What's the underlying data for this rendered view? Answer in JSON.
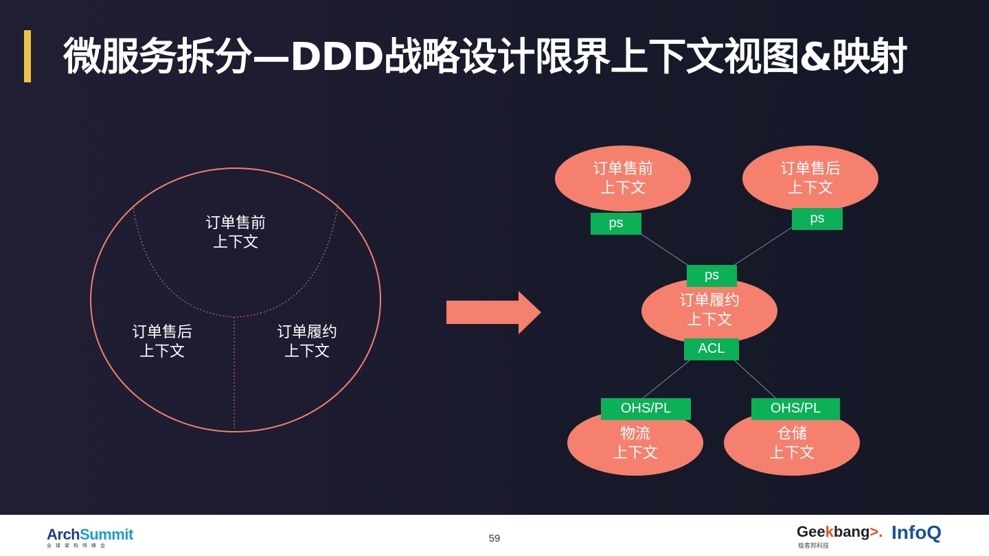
{
  "title": "微服务拆分—DDD战略设计限界上下文视图&映射",
  "colors": {
    "title_bar": "#f0c24a",
    "node_fill": "#f4806d",
    "line_stroke": "#f4806d",
    "tag_fill": "#0cb057",
    "arrow_fill": "#f4806d"
  },
  "left_diagram": {
    "presale": {
      "line1": "订单售前",
      "line2": "上下文"
    },
    "aftersale": {
      "line1": "订单售后",
      "line2": "上下文"
    },
    "fulfillment": {
      "line1": "订单履约",
      "line2": "上下文"
    }
  },
  "right_diagram": {
    "presale": {
      "line1": "订单售前",
      "line2": "上下文",
      "tag": "ps"
    },
    "aftersale": {
      "line1": "订单售后",
      "line2": "上下文",
      "tag": "ps"
    },
    "fulfillment": {
      "line1": "订单履约",
      "line2": "上下文",
      "tag_top": "ps",
      "tag_bottom": "ACL"
    },
    "logistics": {
      "line1": "物流",
      "line2": "上下文",
      "tag": "OHS/PL"
    },
    "warehouse": {
      "line1": "仓储",
      "line2": "上下文",
      "tag": "OHS/PL"
    }
  },
  "footer": {
    "page_number": "59",
    "left_logo": {
      "part1": "Arch",
      "part2": "Summit",
      "sub": "全球架构师峰会"
    },
    "right_logo": {
      "part1": "Gee",
      "part2": "k",
      "part3": "bang",
      "part4": ">.",
      "sub": "极客邦科技",
      "brand2": "InfoQ"
    }
  }
}
